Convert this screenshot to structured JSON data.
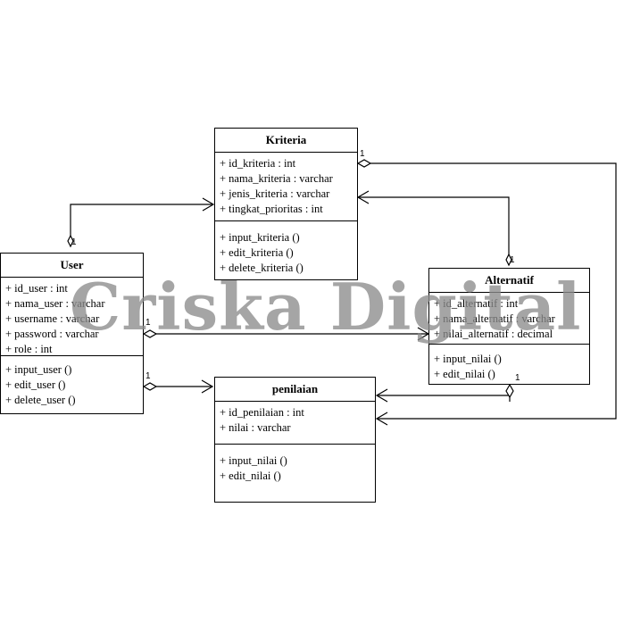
{
  "diagram": {
    "type": "UML class diagram",
    "classes": {
      "kriteria": {
        "name": "Kriteria",
        "attributes": [
          "+ id_kriteria : int",
          "+ nama_kriteria : varchar",
          "+ jenis_kriteria : varchar",
          "+ tingkat_prioritas : int"
        ],
        "methods": [
          "+ input_kriteria ()",
          "+ edit_kriteria ()",
          "+ delete_kriteria ()"
        ]
      },
      "user": {
        "name": "User",
        "attributes": [
          "+ id_user : int",
          "+ nama_user : varchar",
          "+ username : varchar",
          "+ password : varchar",
          "+ role : int"
        ],
        "methods": [
          "+ input_user ()",
          "+ edit_user ()",
          "+ delete_user ()"
        ]
      },
      "alternatif": {
        "name": "Alternatif",
        "attributes": [
          "+ id_alternatif : int",
          "+ nama_alternatif : varchar",
          "+ nilai_alternatif : decimal"
        ],
        "methods": [
          "+ input_nilai ()",
          "+ edit_nilai ()"
        ]
      },
      "penilaian": {
        "name": "penilaian",
        "attributes": [
          "+ id_penilaian : int",
          "+ nilai : varchar"
        ],
        "methods": [
          "+ input_nilai ()",
          "+ edit_nilai ()"
        ]
      }
    },
    "multiplicities": {
      "user_to_kriteria": "1",
      "user_to_alternatif": "1",
      "user_to_penilaian": "1",
      "kriteria_to_penilaian": "1",
      "alternatif_to_kriteria": "1",
      "alternatif_to_penilaian": "1"
    },
    "relations": [
      {
        "from": "User",
        "to": "Kriteria",
        "kind": "aggregation",
        "multiplicity": "1"
      },
      {
        "from": "User",
        "to": "Alternatif",
        "kind": "aggregation",
        "multiplicity": "1"
      },
      {
        "from": "User",
        "to": "penilaian",
        "kind": "aggregation",
        "multiplicity": "1"
      },
      {
        "from": "Kriteria",
        "to": "penilaian",
        "kind": "aggregation",
        "multiplicity": "1"
      },
      {
        "from": "Alternatif",
        "to": "Kriteria",
        "kind": "aggregation",
        "multiplicity": "1"
      },
      {
        "from": "Alternatif",
        "to": "penilaian",
        "kind": "aggregation",
        "multiplicity": "1"
      }
    ]
  },
  "watermark": "Criska Digital",
  "colors": {
    "line": "#000000",
    "background": "#ffffff",
    "watermark": "#8c8c8c"
  }
}
